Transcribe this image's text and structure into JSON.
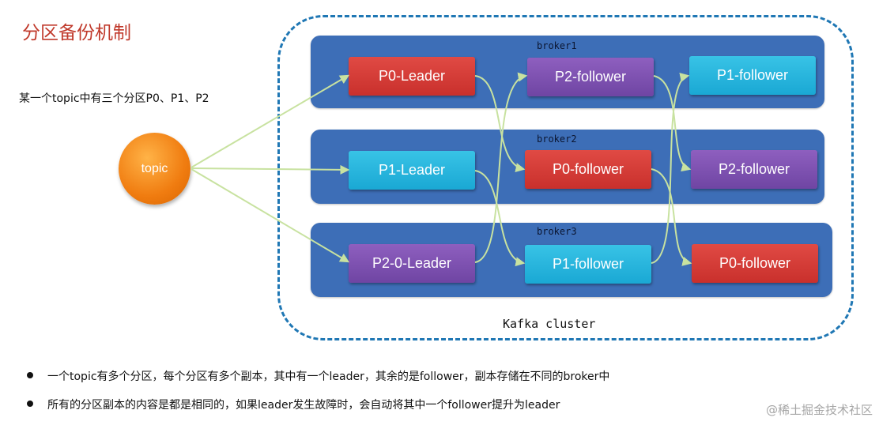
{
  "title": "分区备份机制",
  "subtitle": "某一个topic中有三个分区P0、P1、P2",
  "topic_label": "topic",
  "cluster_label": "Kafka cluster",
  "brokers": [
    {
      "label": "broker1",
      "partitions": [
        "P0-Leader",
        "P2-follower",
        "P1-follower"
      ]
    },
    {
      "label": "broker2",
      "partitions": [
        "P1-Leader",
        "P0-follower",
        "P2-follower"
      ]
    },
    {
      "label": "broker3",
      "partitions": [
        "P2-0-Leader",
        "P1-follower",
        "P0-follower"
      ]
    }
  ],
  "bullets": [
    "一个topic有多个分区，每个分区有多个副本，其中有一个leader，其余的是follower，副本存储在不同的broker中",
    "所有的分区副本的内容是都是相同的，如果leader发生故障时，会自动将其中一个follower提升为leader"
  ],
  "watermark": "@稀土掘金技术社区",
  "colors": {
    "cluster_border": "#1f77b4",
    "broker_bg": "#3d6eb7",
    "p0": "#d9393a",
    "p1": "#29b6e0",
    "p2": "#7a4fae",
    "topic": "#f07c10",
    "arrow": "#c8e2a0",
    "title": "#c0392b"
  }
}
